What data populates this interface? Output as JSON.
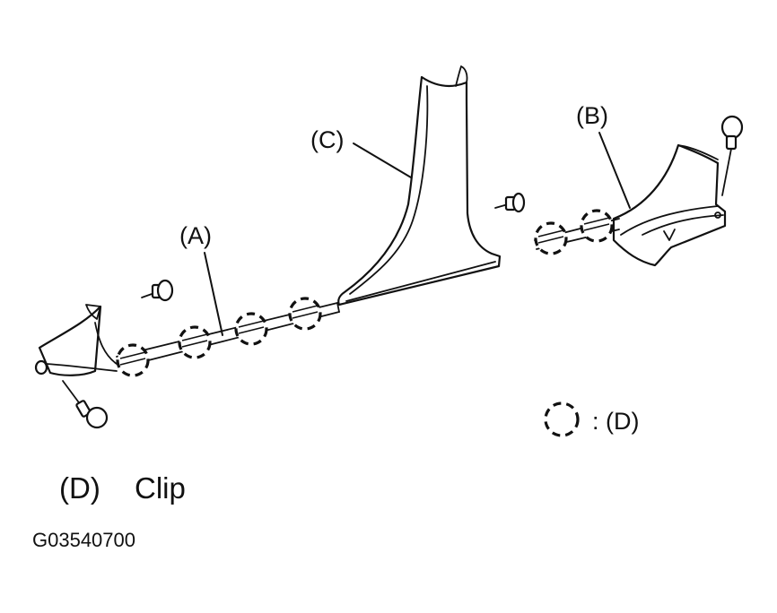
{
  "labels": {
    "part_a": "(A)",
    "part_b": "(B)",
    "part_c": "(C)",
    "legend_key": ": (D)",
    "caption_code": "(D)",
    "caption_text": "Clip",
    "figure_id": "G03540700"
  },
  "icons": {
    "clip_symbol": "dashed-circle-icon",
    "screw": "push-rivet-icon"
  },
  "colors": {
    "line": "#111111",
    "background": "#ffffff"
  }
}
